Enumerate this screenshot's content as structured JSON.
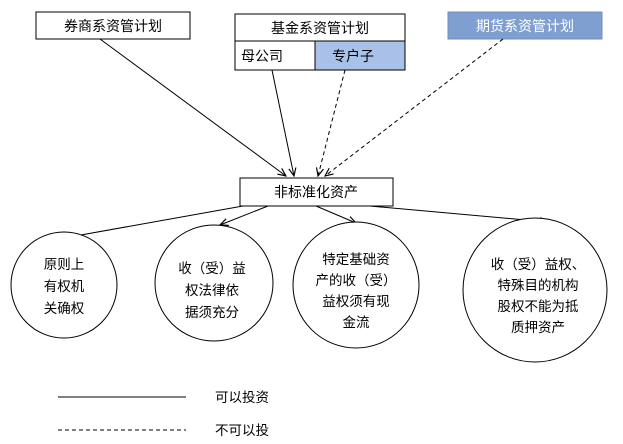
{
  "nodes": {
    "securities": {
      "label": "券商系资管计划"
    },
    "fund": {
      "label": "基金系资管计划"
    },
    "fund_parent": {
      "label": "母公司"
    },
    "fund_special": {
      "label": "专户子"
    },
    "futures": {
      "label": "期货系资管计划"
    },
    "nonstandard": {
      "label": "非标准化资产"
    }
  },
  "conditions": [
    {
      "lines": [
        "原则上",
        "有权机",
        "关确权"
      ]
    },
    {
      "lines": [
        "收（受）益",
        "权法律依",
        "据须充分"
      ]
    },
    {
      "lines": [
        "特定基础资",
        "产的收（受）",
        "益权须有现",
        "金流"
      ]
    },
    {
      "lines": [
        "收（受）益权、",
        "特殊目的机构",
        "股权不能为抵",
        "质押资产"
      ]
    }
  ],
  "legend": {
    "solid_label": "可以投资",
    "dashed_label": "不可以投"
  },
  "colors": {
    "futures_fill": "#7f9fd0",
    "special_fill": "#a9c1e6",
    "line": "#000000"
  }
}
